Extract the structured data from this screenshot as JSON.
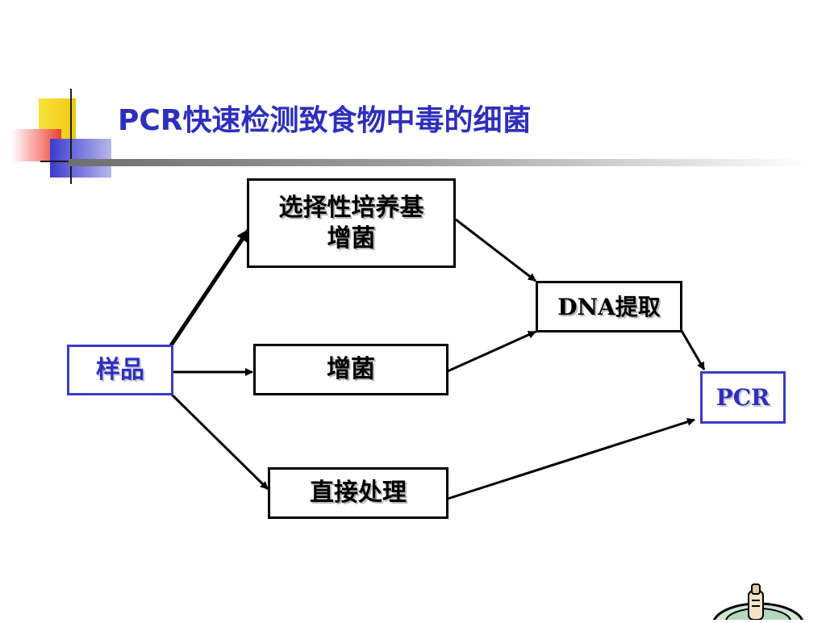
{
  "title": "PCR快速检测致食物中毒的细菌",
  "nodes": {
    "sample": "样品",
    "selective": "选择性培养基增菌",
    "enrich": "增菌",
    "direct": "直接处理",
    "dna": "DNA提取",
    "pcr": "PCR"
  },
  "colors": {
    "title": "#2e2ebf",
    "accent_blue": "#3b3bc4",
    "accent_yellow": "#f2d21a",
    "accent_red": "#e8402f"
  },
  "icons": [
    "slide-corner-decoration-icon",
    "cartoon-figure-icon"
  ]
}
